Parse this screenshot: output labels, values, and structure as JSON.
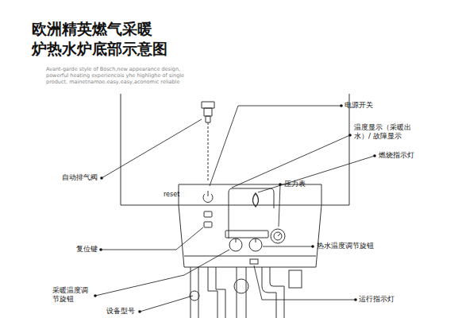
{
  "diagram": {
    "title": "欧洲精英燃气采暖 炉热水炉底部示意图",
    "labels": [
      "Avant-garde style of Bosch,new appearance design, powerful heating experiencois yhe highlighe of single product, mainetnamoe.easy,easy,aconomic reliable",
      "电源开关",
      "温度显示（采暖出 水）/ 故障显示",
      "燃烧指示灯",
      "压力表",
      "自动排气阀",
      "reset",
      "复位键",
      "热水温度调节旋钮",
      "采暖温度调 节旋钮",
      "运行指示灯",
      "设备型号"
    ]
  }
}
